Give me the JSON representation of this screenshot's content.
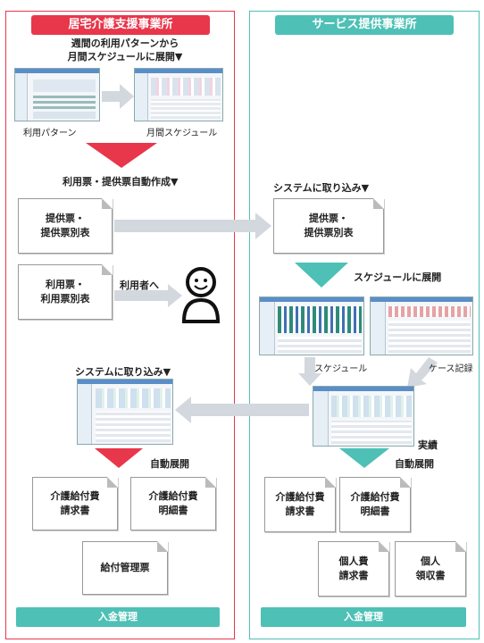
{
  "colors": {
    "office_red": "#e8364b",
    "provider_teal": "#4ec0b6",
    "arrow_gray": "#d3d7de",
    "footer_teal": "#4ec0b6"
  },
  "left_panel": {
    "title": "居宅介護支援事業所",
    "step1_caption_line1": "週間の利用パターンから",
    "step1_caption_line2": "月間スケジュールに展開▼",
    "pattern_label": "利用パターン",
    "monthly_label": "月間スケジュール",
    "step2_caption": "利用票・提供票自動作成▼",
    "doc_teikyo": "提供票・\n提供票別表",
    "doc_riyo": "利用票・\n利用票別表",
    "to_user": "利用者へ",
    "step3_caption": "システムに取り込み▼",
    "auto_expand": "自動展開",
    "doc_seikyu": "介護給付費\n請求書",
    "doc_meisai": "介護給付費\n明細書",
    "doc_kyufu": "給付管理票",
    "footer": "入金管理"
  },
  "right_panel": {
    "title": "サービス提供事業所",
    "step1_caption": "システムに取り込み▼",
    "doc_teikyo": "提供票・\n提供票別表",
    "schedule_expand": "スケジュールに展開",
    "schedule_label": "スケジュール",
    "case_label": "ケース記録",
    "jisseki": "実績",
    "auto_expand": "自動展開",
    "doc_seikyu": "介護給付費\n請求書",
    "doc_meisai": "介護給付費\n明細書",
    "doc_kojin_seikyu": "個人費\n請求書",
    "doc_kojin_ryoshu": "個人\n領収書",
    "footer": "入金管理"
  }
}
